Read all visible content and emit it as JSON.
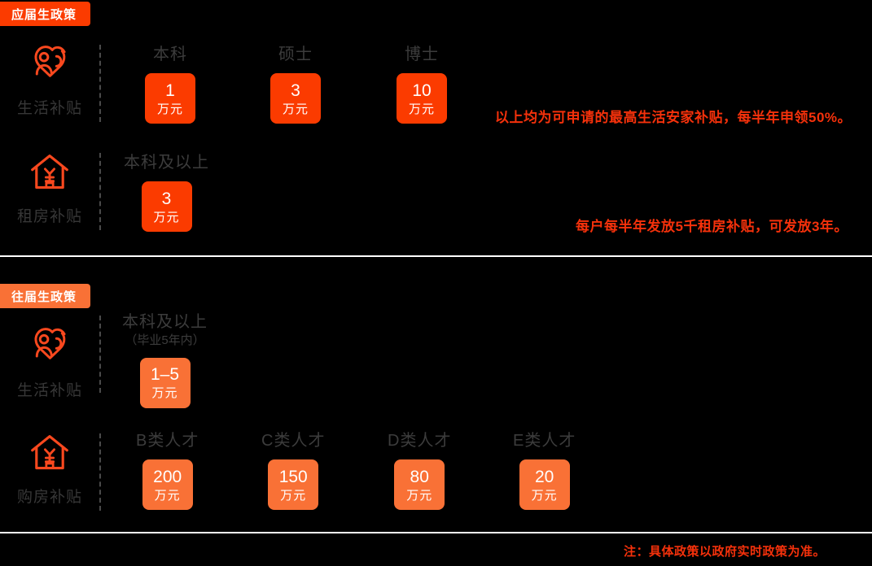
{
  "colors": {
    "background": "#000000",
    "accent_bright": "#fb3b00",
    "accent_soft": "#f97136",
    "note_red": "#f5310b",
    "label_gray": "#3c3c3c",
    "divider_white": "#ffffff",
    "dash_gray": "#4a4a4a"
  },
  "sections": [
    {
      "tag": "应届生政策",
      "rows": [
        {
          "icon": "person-heart-icon",
          "label": "生活补贴",
          "columns": [
            {
              "head": "本科",
              "sub": "",
              "value": "1",
              "unit": "万元"
            },
            {
              "head": "硕士",
              "sub": "",
              "value": "3",
              "unit": "万元"
            },
            {
              "head": "博士",
              "sub": "",
              "value": "10",
              "unit": "万元"
            }
          ],
          "note": "以上均为可申请的最高生活安家补贴，每半年申领50%。"
        },
        {
          "icon": "house-yuan-icon",
          "label": "租房补贴",
          "columns": [
            {
              "head": "本科及以上",
              "sub": "",
              "value": "3",
              "unit": "万元"
            }
          ],
          "note": "每户每半年发放5千租房补贴，可发放3年。"
        }
      ]
    },
    {
      "tag": "往届生政策",
      "rows": [
        {
          "icon": "person-heart-icon",
          "label": "生活补贴",
          "columns": [
            {
              "head": "本科及以上",
              "sub": "（毕业5年内）",
              "value": "1–5",
              "unit": "万元"
            }
          ],
          "note": ""
        },
        {
          "icon": "house-yuan-icon",
          "label": "购房补贴",
          "columns": [
            {
              "head": "B类人才",
              "sub": "",
              "value": "200",
              "unit": "万元"
            },
            {
              "head": "C类人才",
              "sub": "",
              "value": "150",
              "unit": "万元"
            },
            {
              "head": "D类人才",
              "sub": "",
              "value": "80",
              "unit": "万元"
            },
            {
              "head": "E类人才",
              "sub": "",
              "value": "20",
              "unit": "万元"
            }
          ],
          "note": ""
        }
      ]
    }
  ],
  "footer_note": "注：具体政策以政府实时政策为准。"
}
